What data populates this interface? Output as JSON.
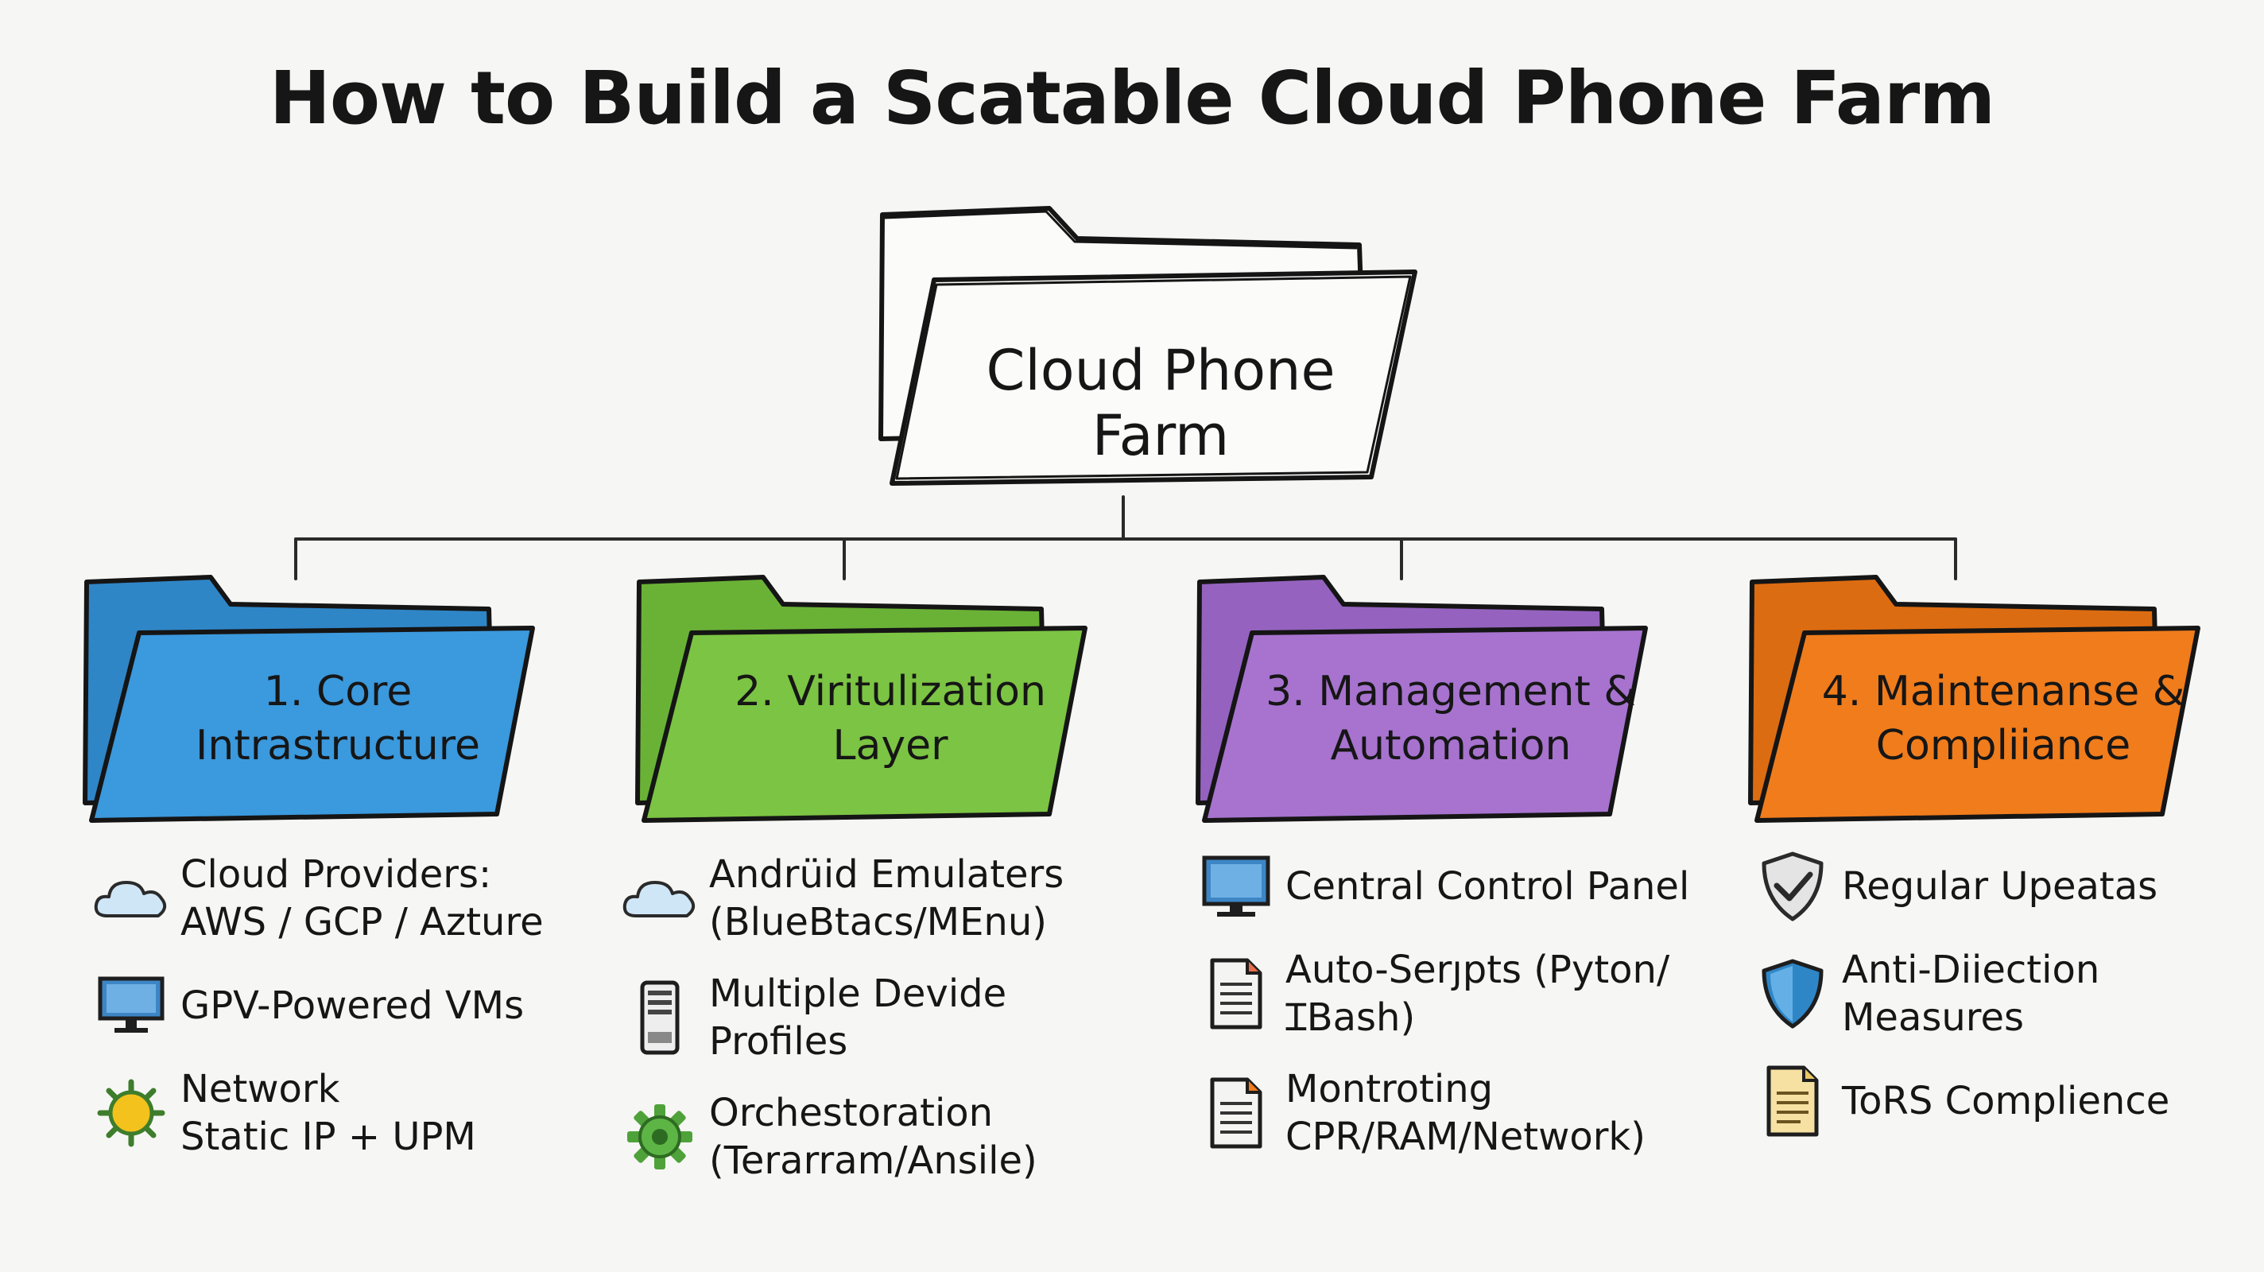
{
  "title": "How to Build a Scatable Cloud Phone Farm",
  "root": {
    "label": "Cloud Phone Farm"
  },
  "categories": [
    {
      "label": "1. Core Intrastructure",
      "color": "#3b99dd",
      "items": [
        {
          "icon": "cloud-icon",
          "lines": [
            "Cloud Providers:",
            "AWS / GCP / Azture"
          ]
        },
        {
          "icon": "monitor-icon",
          "lines": [
            "GPV-Powered VMs"
          ]
        },
        {
          "icon": "network-gear-icon",
          "lines": [
            "Network",
            "Static IP + UPM"
          ]
        }
      ]
    },
    {
      "label": "2. Viritulization Layer",
      "color": "#7cc443",
      "items": [
        {
          "icon": "cloud-icon",
          "lines": [
            "Andrüid Emulaters",
            "(BlueBtacs/MEnu)"
          ]
        },
        {
          "icon": "phone-icon",
          "lines": [
            "Multiple Devide Profiles"
          ]
        },
        {
          "icon": "cog-icon",
          "lines": [
            "Orchestoration",
            "(Terarram/Ansile)"
          ]
        }
      ]
    },
    {
      "label": "3. Management & Automation",
      "color": "#a773cf",
      "items": [
        {
          "icon": "control-panel-icon",
          "lines": [
            "Central Control Panel"
          ]
        },
        {
          "icon": "script-document-icon",
          "lines": [
            "Auto-Serȷpts (Pyton/ꞮBash)"
          ]
        },
        {
          "icon": "document-icon",
          "lines": [
            "Montroting",
            "CPR/RAM/Network)"
          ]
        }
      ]
    },
    {
      "label": "4. Maintenanse & Compliiance",
      "color": "#f07c1c",
      "items": [
        {
          "icon": "shield-check-icon",
          "lines": [
            "Regular Upeatas"
          ]
        },
        {
          "icon": "shield-icon",
          "lines": [
            "Anti-Diiection Measures"
          ]
        },
        {
          "icon": "note-icon",
          "lines": [
            "ToRS Complience"
          ]
        }
      ]
    }
  ]
}
